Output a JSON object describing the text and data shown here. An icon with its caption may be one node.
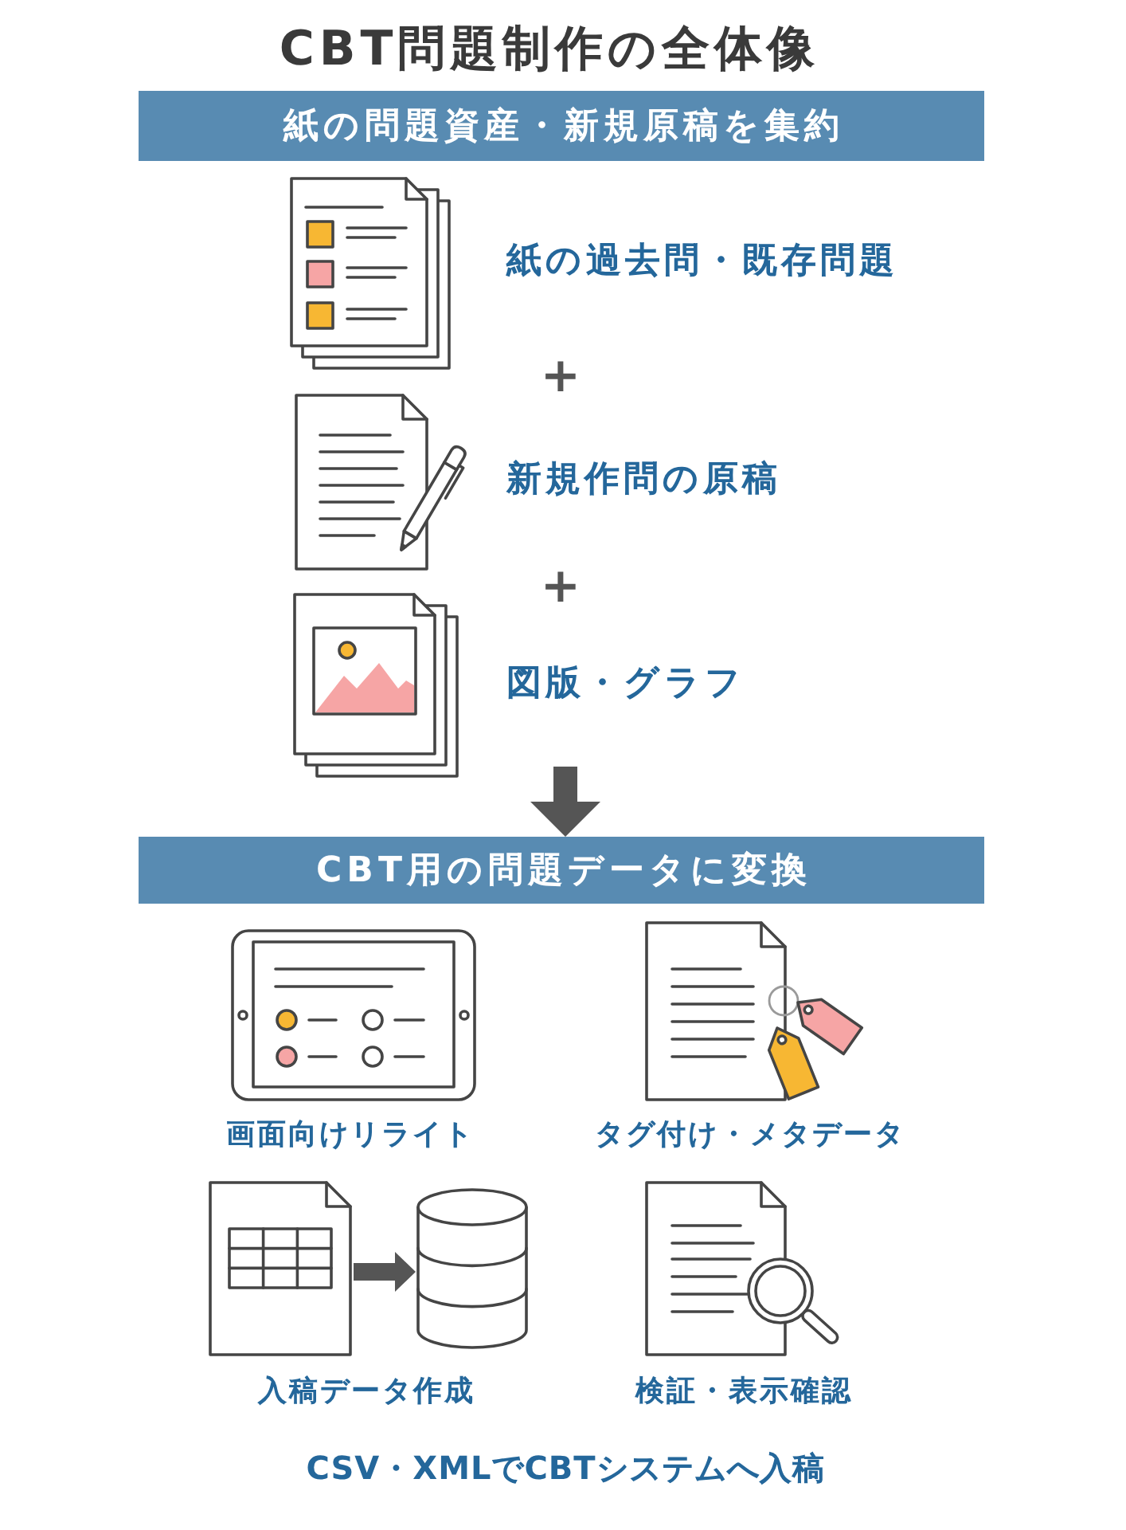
{
  "diagram": {
    "title": "CBT問題制作の全体像",
    "nodes": [
      {
        "text": [
          "紙の問題資産・新規原稿を集約"
        ]
      },
      {
        "text": [],
        "shape": "picture",
        "beside": [
          "紙の過去問・既存問題"
        ]
      },
      {
        "text": [],
        "shape": "picture",
        "beside": [
          "新規作問の原稿"
        ]
      },
      {
        "text": [],
        "shape": "picture",
        "beside": [
          "図版・グラフ"
        ]
      },
      {
        "text": [
          "CBT用の問題データに変換"
        ]
      },
      {
        "text": [],
        "shape": "picture",
        "beside": [
          "画面向けリライト"
        ]
      },
      {
        "text": [],
        "shape": "picture",
        "beside": [
          "タグ付け・メタデータ"
        ]
      },
      {
        "text": [],
        "shape": "picture"
      },
      {
        "text": [],
        "shape": "cylinder"
      },
      {
        "text": [],
        "shape": "picture",
        "beside": [
          "検証・表示確認"
        ]
      }
    ],
    "edges": [
      {
        "from": null,
        "to": 4,
        "arrow": "to"
      },
      {
        "from": 7,
        "to": 8,
        "arrow": "to"
      }
    ],
    "labels": [
      "+",
      "+",
      "入稿データ作成",
      "CSV・XMLでCBTシステムへ入稿"
    ]
  }
}
